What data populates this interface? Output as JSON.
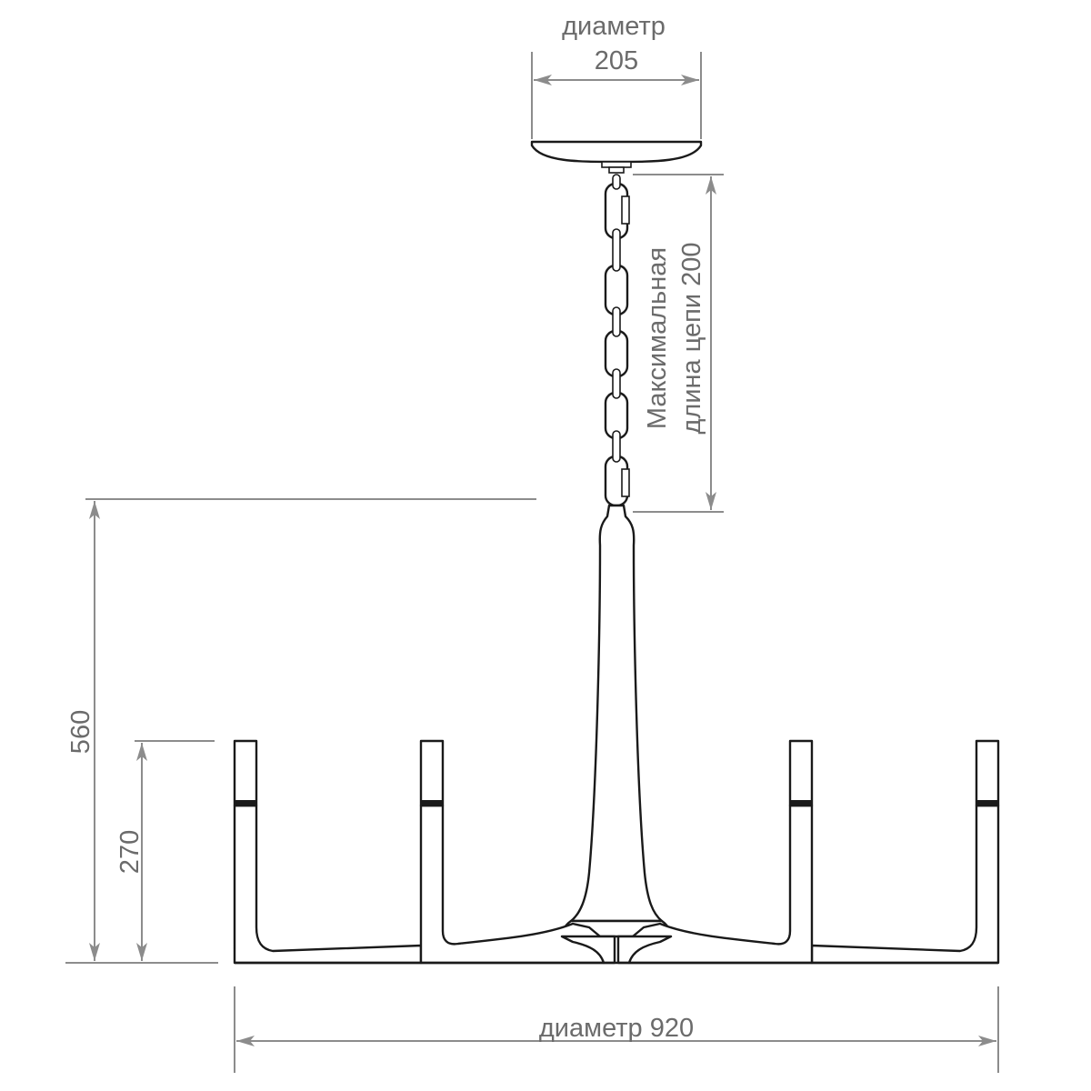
{
  "dimensions": {
    "canopy_label": "диаметр",
    "canopy_value": "205",
    "chain_label_line1": "Максимальная",
    "chain_label_line2": "длина цепи 200",
    "total_height": "560",
    "body_height": "270",
    "overall_diameter": "диаметр 920"
  },
  "colors": {
    "dimension": "#8c8c8c",
    "dimension_text": "#6b6b6b",
    "outline": "#1a1a1a",
    "background": "#ffffff"
  }
}
